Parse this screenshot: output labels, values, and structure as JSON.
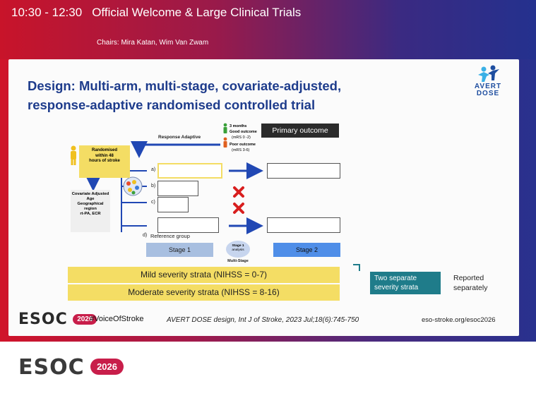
{
  "session": {
    "time": "10:30 - 12:30",
    "title": "Official Welcome & Large Clinical Trials",
    "chairs": "Chairs: Mira Katan, Wim Van Zwam"
  },
  "slide": {
    "title_line1": "Design: Multi-arm, multi-stage, covariate-adjusted,",
    "title_line2": "response-adaptive randomised controlled trial",
    "logo_line1": "AVERT",
    "logo_line2": "DOSE",
    "response_adaptive": "Response Adaptive",
    "primary_outcome": "Primary outcome",
    "outcome": {
      "time": "3 months",
      "good": "Good outcome",
      "good_range": "(mRS 0 -2)",
      "poor": "Poor outcome",
      "poor_range": "(mRS 3-6)"
    },
    "randomised": [
      "Randomised",
      "within 48",
      "hours of stroke"
    ],
    "covariate": {
      "title": "Covariate Adjusted",
      "items": [
        "Age",
        "Geographical region",
        "rt-PA, ECR"
      ]
    },
    "arms": [
      "a)",
      "b)",
      "c)",
      "d)"
    ],
    "reference_group": "Reference  group",
    "stage1": "Stage 1",
    "stage1_analysis": [
      "Stage 1",
      "analysis"
    ],
    "stage2": "Stage 2",
    "multi_stage": "Multi-Stage",
    "strata_mild": "Mild severity strata (NIHSS = 0-7)",
    "strata_moderate": "Moderate severity strata (NIHSS = 8-16)",
    "two_separate": [
      "Two separate",
      "severity strata"
    ],
    "reported": [
      "Reported",
      "separately"
    ],
    "footer": {
      "esoc": "ESOC",
      "year": "2026",
      "hashtag": "#VoiceOfStroke",
      "citation": "AVERT DOSE design, Int J of Stroke, 2023 Jul;18(6):745-750",
      "url": "eso-stroke.org/esoc2026"
    }
  },
  "bottom_logo": {
    "esoc": "ESOC",
    "year": "2026"
  },
  "colors": {
    "title_blue": "#1e3c8c",
    "strata_yellow": "#f4dd64",
    "teal": "#1f7c8a",
    "good_green": "#3aa03a",
    "poor_orange": "#e06020",
    "participant_blue": "#2e5fc4",
    "cross_red": "#d81e1e"
  }
}
